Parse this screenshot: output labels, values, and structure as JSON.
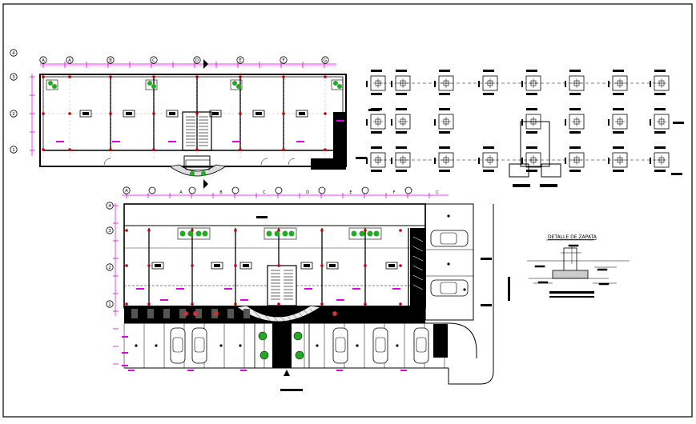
{
  "drawing": {
    "colors": {
      "line": "#000000",
      "dimension": "#e000e0",
      "column": "#cc0000",
      "planting": "#22aa22",
      "accent": "#7a3cff"
    },
    "plan_top": {
      "row_labels": [
        "4",
        "3",
        "2",
        "1"
      ],
      "col_labels": [
        "A",
        "A",
        "B",
        "C",
        "D",
        "E",
        "F",
        "G"
      ]
    },
    "plan_bottom": {
      "row_labels": [
        "4",
        "3",
        "2",
        "1"
      ],
      "col_labels": [
        "A",
        "B",
        "C",
        "D",
        "E",
        "F",
        "C"
      ]
    },
    "detail": {
      "title": "DETALLE DE ZAPATA"
    }
  }
}
